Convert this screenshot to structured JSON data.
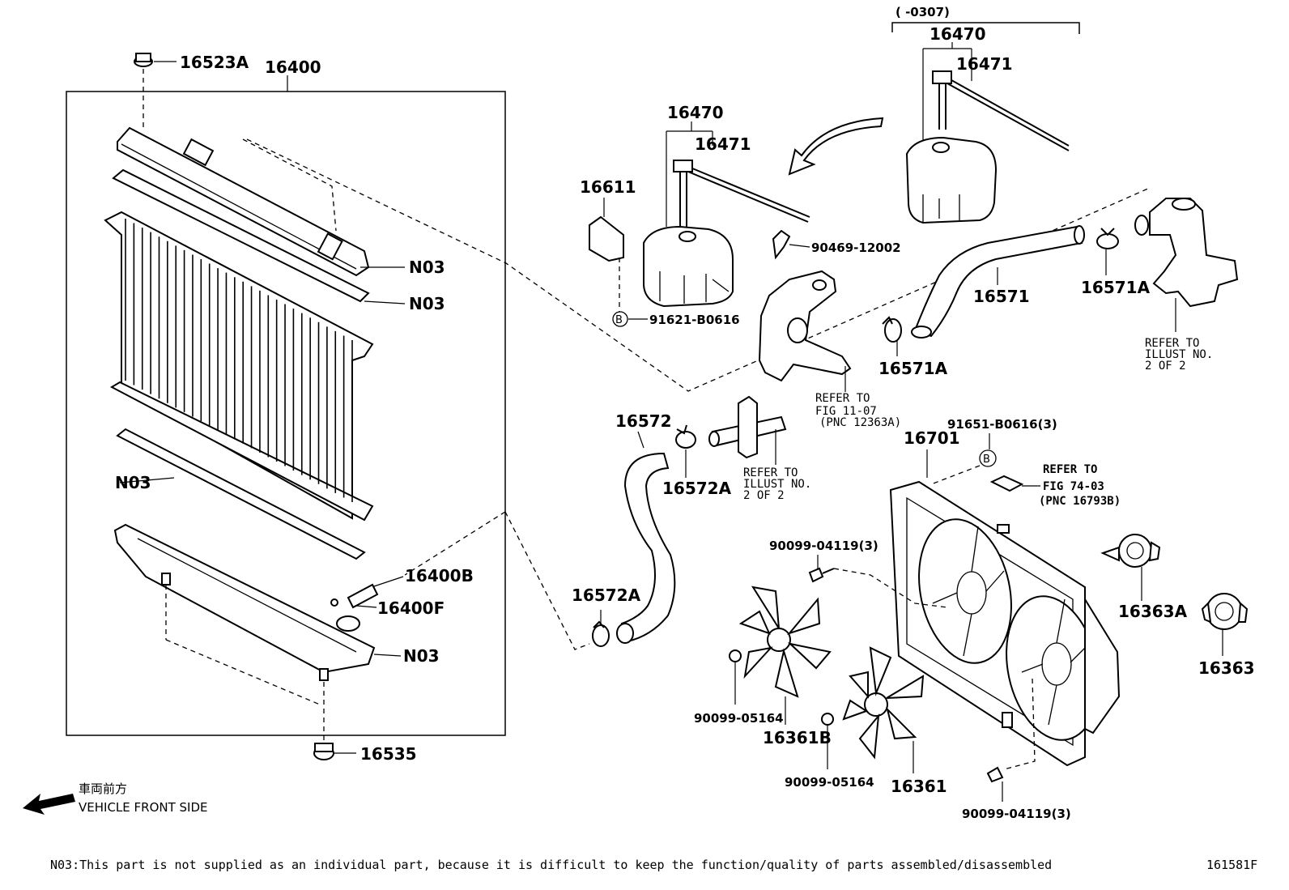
{
  "title": "",
  "callouts": {
    "c16400": "16400",
    "c16523A": "16523A",
    "c16535": "16535",
    "c16400B": "16400B",
    "c16400F": "16400F",
    "n03_a": "N03",
    "n03_b": "N03",
    "n03_c": "N03",
    "n03_d": "N03",
    "c16470_top": "16470",
    "c16471_top": "16471",
    "c16470": "16470",
    "c16471": "16471",
    "c16611": "16611",
    "c91621": "91621-B0616",
    "c90469": "90469-12002",
    "c16571": "16571",
    "c16571A_a": "16571A",
    "c16571A_b": "16571A",
    "c16572": "16572",
    "c16572A_a": "16572A",
    "c16572A_b": "16572A",
    "c91651": "91651-B0616(3)",
    "c16701": "16701",
    "c90099_04119_a": "90099-04119(3)",
    "c90099_04119_b": "90099-04119(3)",
    "c90099_05164_a": "90099-05164",
    "c90099_05164_b": "90099-05164",
    "c16361B": "16361B",
    "c16361": "16361",
    "c16363A": "16363A",
    "c16363": "16363"
  },
  "range_label": "(      -0307)",
  "circle_marker": "B",
  "references": {
    "ref_illust_right": [
      "REFER TO",
      "ILLUST NO.",
      "2 OF 2"
    ],
    "ref_fig_1107": [
      "REFER TO",
      "FIG 11-07",
      "(PNC 12363A)"
    ],
    "ref_illust_mid": [
      "REFER TO",
      "ILLUST NO.",
      "2 OF 2"
    ],
    "ref_fig_7403": [
      "REFER TO",
      "FIG 74-03",
      "(PNC 16793B)"
    ]
  },
  "front_side": {
    "jp": "車両前方",
    "en": "VEHICLE FRONT SIDE"
  },
  "footnote": "N03:This part is not supplied as an individual part, because it is difficult to keep the function/quality of parts assembled/disassembled",
  "figure_id": "161581F"
}
